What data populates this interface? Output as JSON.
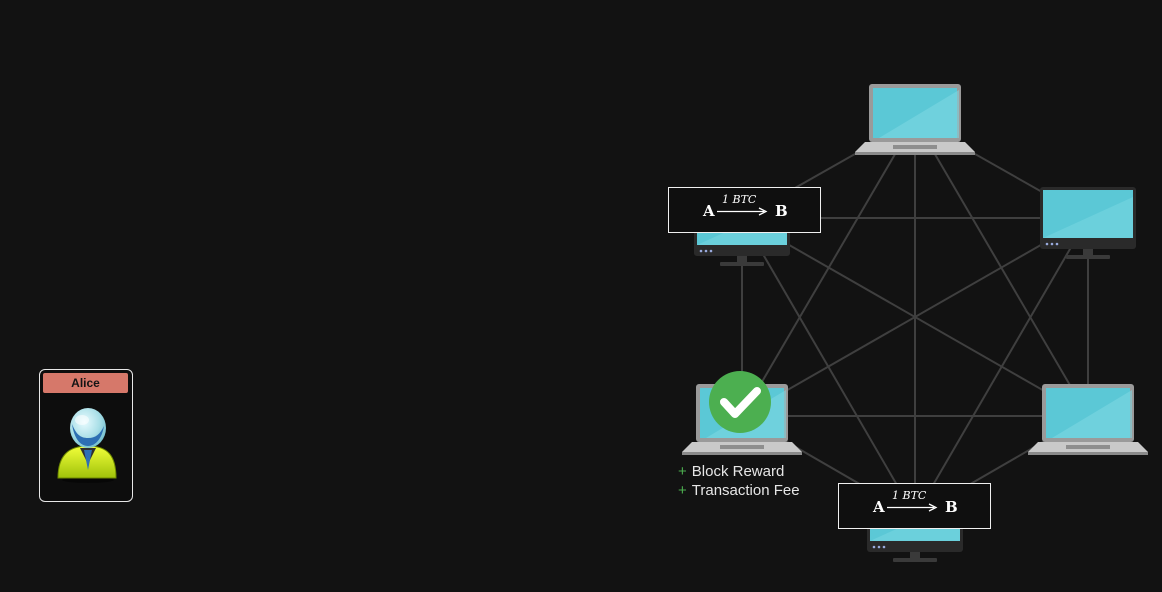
{
  "user": {
    "name": "Alice",
    "icon": "user-avatar-icon"
  },
  "network": {
    "nodes": [
      {
        "id": "top",
        "device": "laptop"
      },
      {
        "id": "upper-right",
        "device": "monitor"
      },
      {
        "id": "lower-right",
        "device": "laptop"
      },
      {
        "id": "bottom",
        "device": "monitor"
      },
      {
        "id": "lower-left",
        "device": "laptop",
        "status": "validated"
      },
      {
        "id": "upper-left",
        "device": "monitor"
      }
    ]
  },
  "transaction": {
    "from": "A",
    "to": "B",
    "amount": "1 BTC"
  },
  "rewards": {
    "items": [
      "Block Reward",
      "Transaction Fee"
    ],
    "prefix": "+"
  },
  "colors": {
    "background": "#121212",
    "accent": "#4caf50",
    "name_tag": "#d6786a",
    "screen": "#5bc8d6",
    "edge": "#3f3f3f"
  }
}
